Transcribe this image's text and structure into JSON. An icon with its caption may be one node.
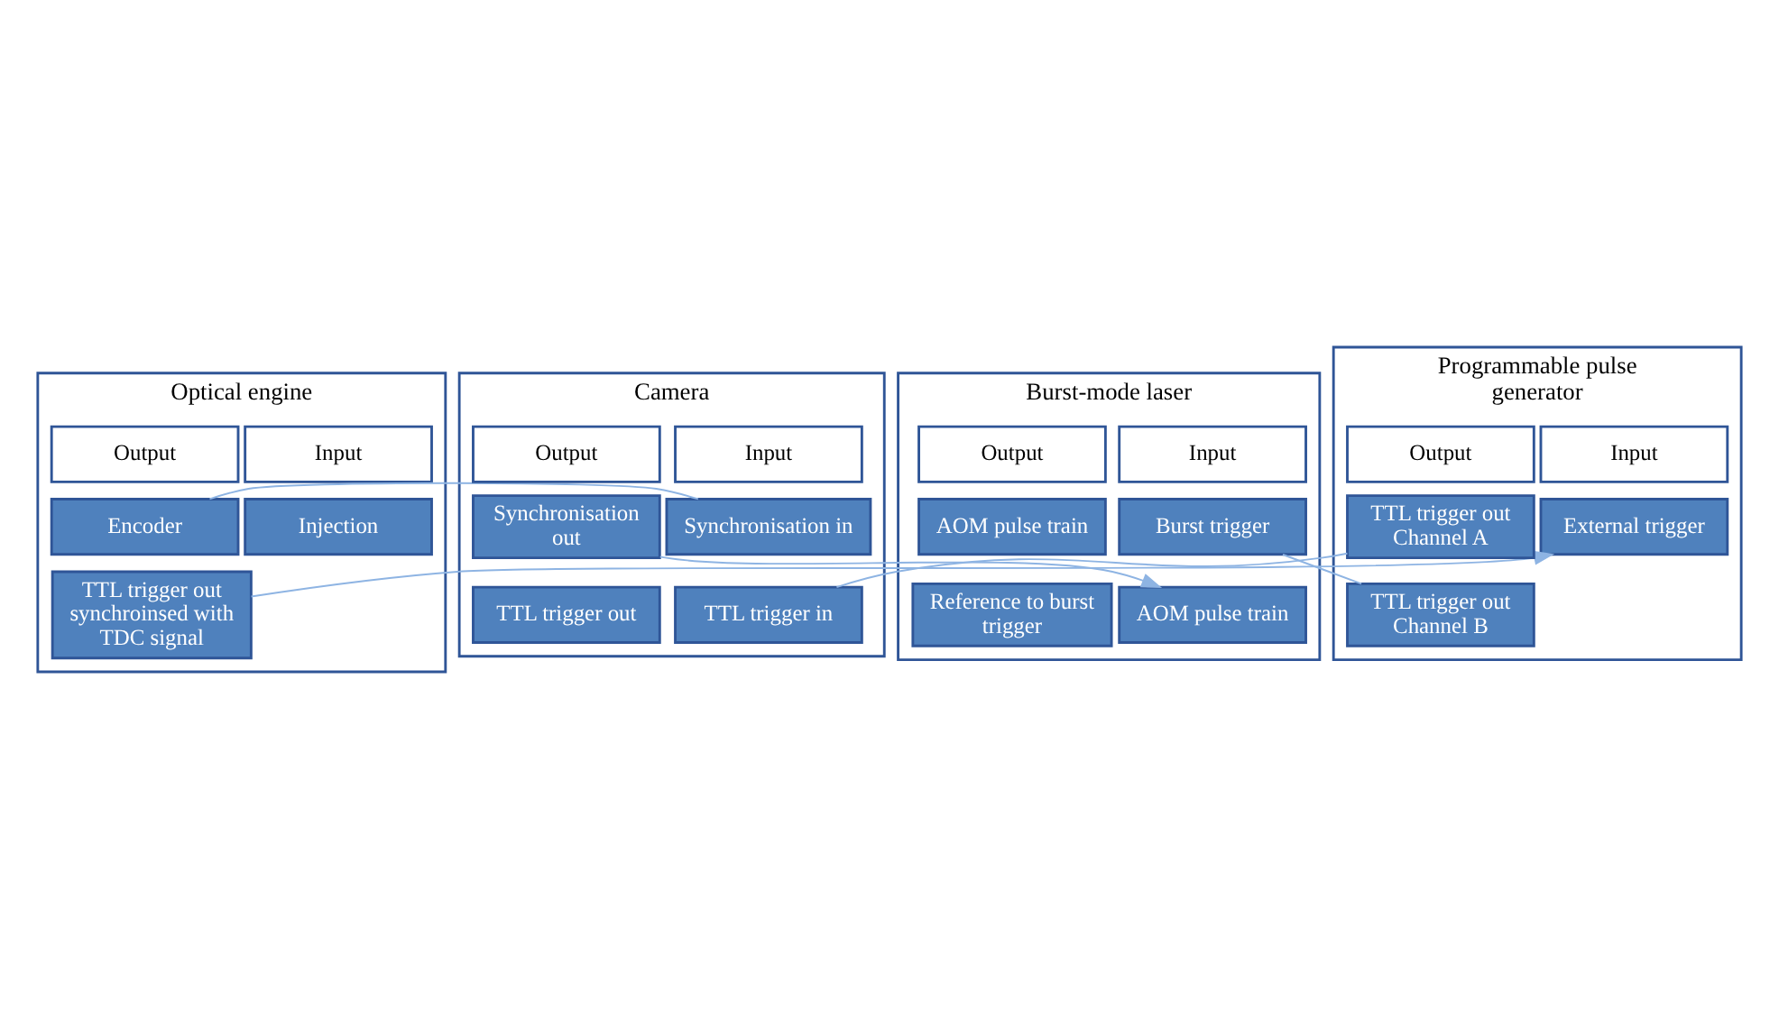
{
  "diagram": {
    "nodes": [
      {
        "text": [
          "Optical engine"
        ]
      },
      {
        "text": [
          "Input"
        ],
        "in": 0
      },
      {
        "text": [
          "Output"
        ],
        "in": 0
      },
      {
        "text": [
          "Injection"
        ],
        "in": 0
      },
      {
        "text": [
          "Encoder"
        ],
        "in": 0
      },
      {
        "text": [
          "TTL trigger out synchroinsed with TDC signal"
        ],
        "in": 0
      },
      {
        "text": [
          "Programmable pulse generator"
        ]
      },
      {
        "text": [
          "Input"
        ],
        "in": 6
      },
      {
        "text": [
          "Output"
        ],
        "in": 6
      },
      {
        "text": [
          "External trigger"
        ],
        "in": 6
      },
      {
        "text": [
          "TTL trigger out Channel A"
        ],
        "in": 6
      },
      {
        "text": [
          "TTL trigger out Channel B"
        ],
        "in": 6
      },
      {
        "text": [
          "Camera"
        ]
      },
      {
        "text": [
          "Input"
        ],
        "in": 12
      },
      {
        "text": [
          "Output"
        ],
        "in": 12
      },
      {
        "text": [
          "Synchronisation in"
        ],
        "in": 12
      },
      {
        "text": [
          "Synchronisation out"
        ],
        "in": 12
      },
      {
        "text": [
          "TTL trigger in"
        ],
        "in": 12
      },
      {
        "text": [
          "TTL trigger out"
        ],
        "in": 12
      },
      {
        "text": [
          "Burst-mode laser"
        ]
      },
      {
        "text": [
          "Input"
        ],
        "in": 19
      },
      {
        "text": [
          "Output"
        ],
        "in": 19
      },
      {
        "text": [
          "Burst trigger"
        ],
        "in": 19
      },
      {
        "text": [
          "AOM pulse train"
        ],
        "in": 19
      },
      {
        "text": [
          "AOM pulse train"
        ],
        "in": 19
      },
      {
        "text": [
          "Reference to burst trigger"
        ],
        "in": 19
      }
    ],
    "edges": [
      {
        "from": 5,
        "to": 9,
        "arrow": "to"
      },
      {
        "from": 4,
        "to": 15,
        "arrow": "none"
      },
      {
        "from": 10,
        "to": 17,
        "arrow": "none"
      },
      {
        "from": 11,
        "to": 22,
        "arrow": "none"
      },
      {
        "from": 16,
        "to": 24,
        "arrow": "to"
      }
    ]
  }
}
